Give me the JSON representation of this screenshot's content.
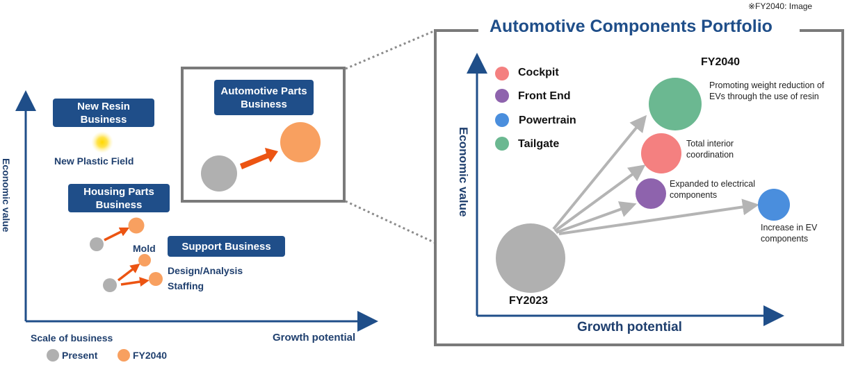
{
  "footnote": "※FY2040: Image",
  "left_panel": {
    "y_axis_label": "Economic value",
    "x_axis_label": "Growth potential",
    "size_label": "Scale of business",
    "legend": {
      "present_label": "Present",
      "fy2040_label": "FY2040",
      "present_color": "#b0b0b0",
      "fy2040_color": "#f8a060"
    },
    "new_resin_title": "New Resin Business",
    "new_plastic_label": "New Plastic Field",
    "housing_title": "Housing Parts Business",
    "mold_label": "Mold",
    "support_title": "Support Business",
    "design_label": "Design/Analysis",
    "staffing_label": "Staffing",
    "automotive_title": "Automotive Parts Business"
  },
  "right_panel": {
    "title": "Automotive Components Portfolio",
    "y_axis_label": "Economic value",
    "x_axis_label": "Growth potential",
    "start_label": "FY2023",
    "end_label": "FY2040",
    "legend": [
      {
        "name": "Cockpit",
        "color": "#f48080"
      },
      {
        "name": "Front End",
        "color": "#8e63ad"
      },
      {
        "name": "Powertrain",
        "color": "#4a8edd"
      },
      {
        "name": "Tailgate",
        "color": "#6bb891"
      }
    ],
    "notes": {
      "tailgate": "Promoting weight reduction of EVs through the use of resin",
      "cockpit": "Total interior coordination",
      "frontend": "Expanded to electrical components",
      "powertrain": "Increase in EV components"
    }
  },
  "colors": {
    "navy": "#1f4e89",
    "axis": "#1f4e89",
    "arrow_orange": "#ec5412",
    "gray_arrow": "#b4b4b4",
    "frame": "#7a7a7a"
  }
}
